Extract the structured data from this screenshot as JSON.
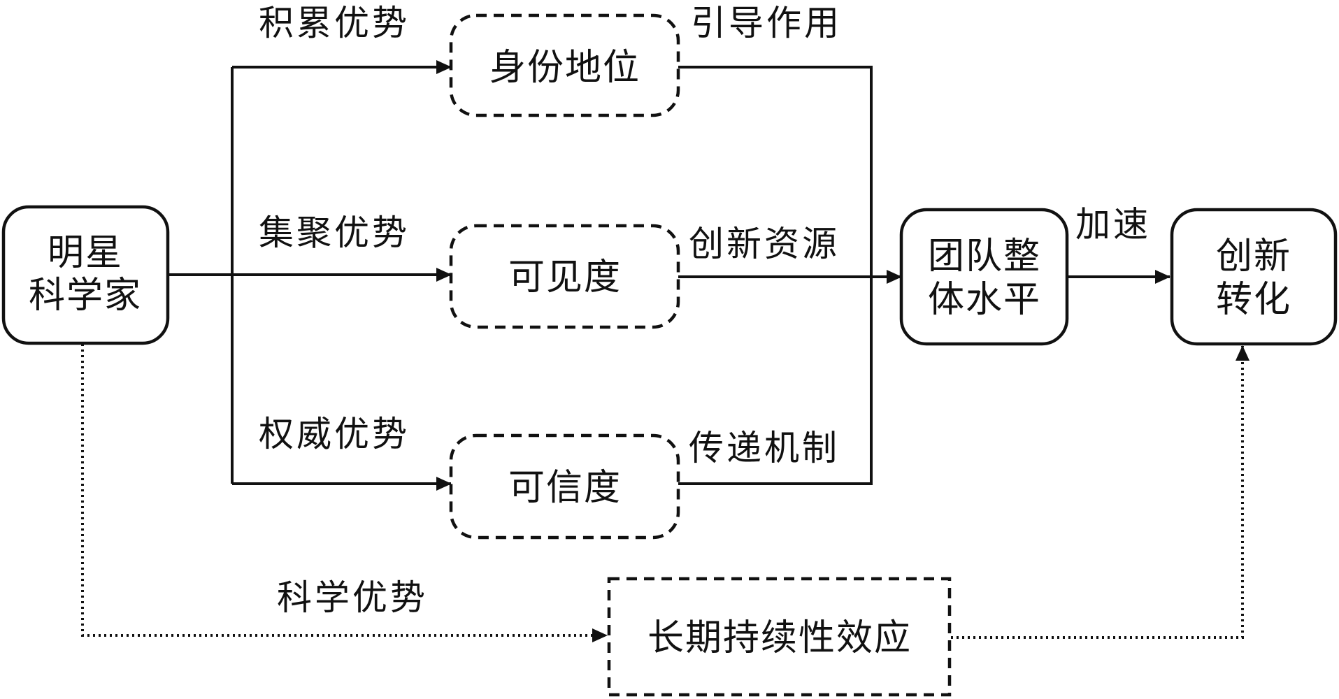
{
  "nodes": {
    "star_scientist": {
      "line1": "明星",
      "line2": "科学家"
    },
    "identity_status": {
      "label": "身份地位"
    },
    "visibility": {
      "label": "可见度"
    },
    "credibility": {
      "label": "可信度"
    },
    "team_level": {
      "line1": "团队整",
      "line2": "体水平"
    },
    "innovation_transform": {
      "line1": "创新",
      "line2": "转化"
    },
    "long_term_effect": {
      "label": "长期持续性效应"
    }
  },
  "edge_labels": {
    "accumulation_advantage": "积累优势",
    "guiding_role": "引导作用",
    "agglomeration_advantage": "集聚优势",
    "innovation_resources": "创新资源",
    "authority_advantage": "权威优势",
    "transmission_mechanism": "传递机制",
    "accelerate": "加速",
    "scientific_advantage": "科学优势"
  }
}
